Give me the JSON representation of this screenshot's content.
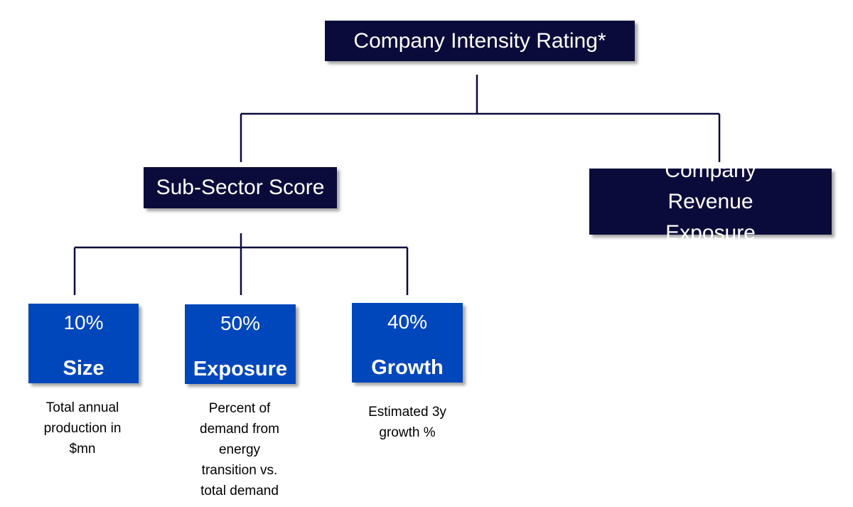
{
  "diagram": {
    "root": {
      "label": "Company Intensity Rating*"
    },
    "sub_sector": {
      "label": "Sub-Sector Score"
    },
    "revenue": {
      "label": "Company Revenue Exposure"
    },
    "components": [
      {
        "weight": "10%",
        "name": "Size",
        "description": "Total annual production in $mn"
      },
      {
        "weight": "50%",
        "name": "Exposure",
        "description": "Percent of demand from energy transition vs. total demand"
      },
      {
        "weight": "40%",
        "name": "Growth",
        "description": "Estimated 3y growth %"
      }
    ]
  },
  "colors": {
    "dark_navy": "#0b0b3b",
    "blue": "#0047bb",
    "connector": "#0b0b3b"
  }
}
